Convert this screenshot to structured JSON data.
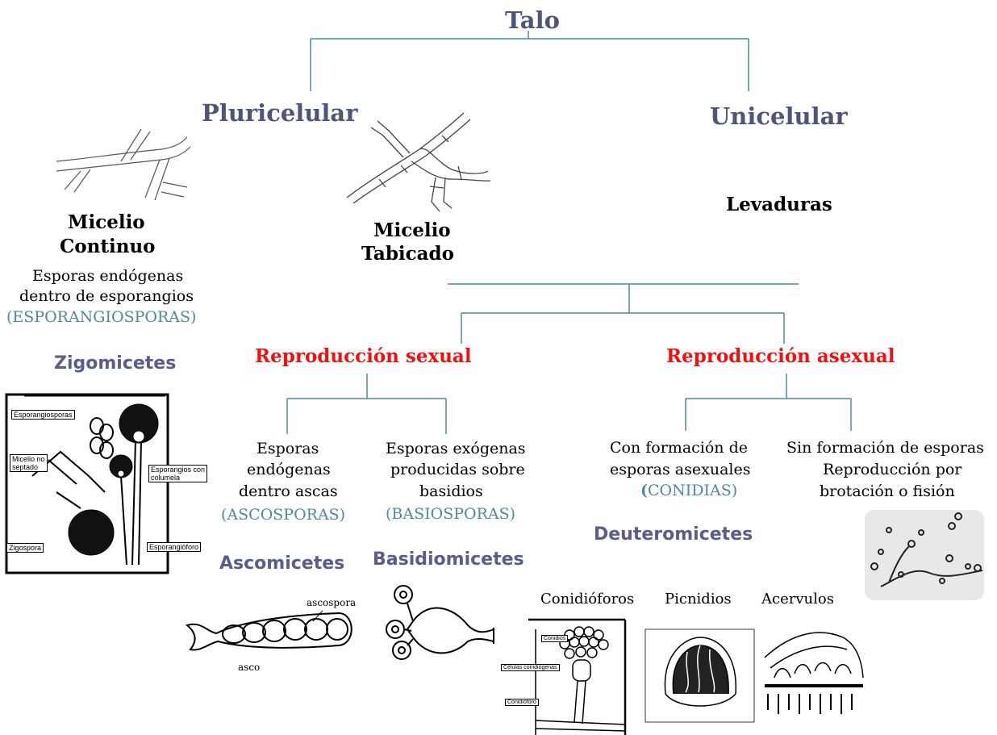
{
  "root": "Talo",
  "branches": {
    "pluricelular": "Pluricelular",
    "unicelular": "Unicelular"
  },
  "continuo": {
    "title_line1": "Micelio",
    "title_line2": "Continuo",
    "desc_line1": "Esporas endógenas",
    "desc_line2": "dentro de esporangios",
    "spore_type": "(ESPORANGIOSPORAS)",
    "group": "Zigomicetes",
    "figure_labels": {
      "esporangiosporas": "Esporangiosporas",
      "micelio_no_septado_1": "Micelio no",
      "micelio_no_septado_2": "septado",
      "esporangios_1": "Esporangios con",
      "esporangios_2": "columela",
      "zigospora": "Zigospora",
      "esporangioforo": "Esporangióforo"
    }
  },
  "tabicado": {
    "title_line1": "Micelio",
    "title_line2": "Tabicado"
  },
  "levaduras": "Levaduras",
  "sexual": {
    "title": "Reproducción sexual",
    "asco": {
      "line1": "Esporas",
      "line2": "endógenas",
      "line3": "dentro ascas",
      "spore_type": "(ASCOSPORAS)",
      "group": "Ascomicetes",
      "fig_label_spore": "ascospora",
      "fig_label_asco": "asco"
    },
    "basidio": {
      "line1": "Esporas exógenas",
      "line2": "producidas sobre",
      "line3": "basidios",
      "spore_type": "(BASIOSPORAS)",
      "group": "Basidiomicetes"
    }
  },
  "asexual": {
    "title": "Reproducción asexual",
    "con_esporas": {
      "line1": "Con formación de",
      "line2": "esporas asexuales",
      "paren_open": "(",
      "spore_type": "CONIDIAS)",
      "group": "Deuteromicetes"
    },
    "sin_esporas": {
      "line1": "Sin formación de esporas",
      "line2": "Reproducción por",
      "line3": "brotación o fisión"
    },
    "structures": {
      "conidioforos": "Conidióforos",
      "picnidios": "Picnidios",
      "acervulos": "Acervulos",
      "fig_conidios": "Conidios",
      "fig_celulas": "Células conidiógenas",
      "fig_conidioforo": "Conidióforo"
    }
  },
  "colors": {
    "line": "#4f8a96",
    "heading_blue": "#4f5578",
    "red": "#f01010",
    "group": "#5a5c8e"
  }
}
